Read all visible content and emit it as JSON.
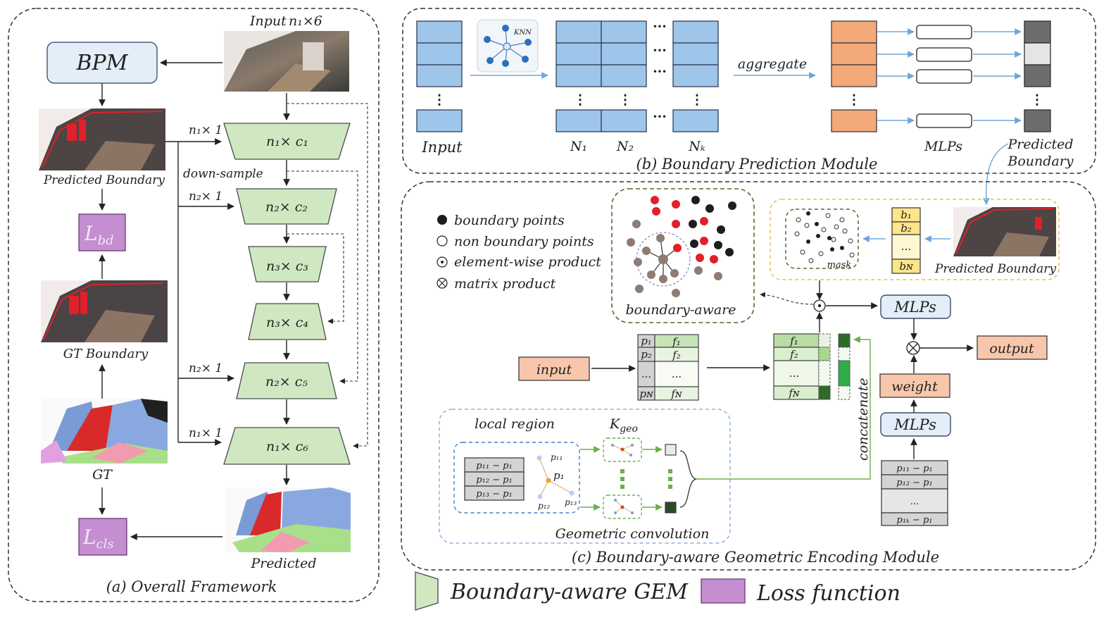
{
  "panel_a": {
    "caption": "(a) Overall Framework",
    "input_label": "Input",
    "input_dim": "n₁×6",
    "bpm": "BPM",
    "predicted_boundary": "Predicted Boundary",
    "l_bd": "L",
    "l_bd_sub": "bd",
    "gt_boundary": "GT Boundary",
    "gt": "GT",
    "l_cls": "L",
    "l_cls_sub": "cls",
    "predicted": "Predicted",
    "down_sample": "down-sample",
    "side_n1_top": "n₁× 1",
    "side_n2_top": "n₂× 1",
    "side_n2_bot": "n₂× 1",
    "side_n1_bot": "n₁× 1",
    "layers": [
      "n₁× c₁",
      "n₂× c₂",
      "n₃× c₃",
      "n₃× c₄",
      "n₂× c₅",
      "n₁× c₆"
    ]
  },
  "panel_b": {
    "caption": "(b) Boundary Prediction Module",
    "input": "Input",
    "knn": "KNN",
    "n1": "N₁",
    "n2": "N₂",
    "nk": "Nₖ",
    "aggregate": "aggregate",
    "mlps": "MLPs",
    "predicted_boundary": "Predicted Boundary",
    "dots": "⋮",
    "hdots": "···"
  },
  "panel_c": {
    "caption": "(c) Boundary-aware Geometric Encoding Module",
    "legend": [
      "boundary points",
      "non boundary points",
      "element-wise product",
      "matrix product"
    ],
    "boundary_aware": "boundary-aware",
    "mask": "mask",
    "b_labels": [
      "b₁",
      "b₂",
      "...",
      "bɴ"
    ],
    "predicted_boundary": "Predicted Boundary",
    "mlps_top": "MLPs",
    "mlps_bottom": "MLPs",
    "output": "output",
    "weight": "weight",
    "input": "input",
    "table_p": [
      "p₁",
      "p₂",
      "...",
      "pɴ"
    ],
    "table_f": [
      "f₁",
      "f₂",
      "...",
      "fɴ"
    ],
    "concat_f": [
      "f₁",
      "f₂",
      "...",
      "fɴ"
    ],
    "concatenate": "concatenate",
    "local_region": "local region",
    "kgeo": "K",
    "kgeo_sub": "geo",
    "geo_conv": "Geometric convolution",
    "rel_rows": [
      "p₁₁ − p₁",
      "p₁₂ − p₁",
      "p₁₃ − p₁"
    ],
    "star_labels": [
      "p₁₁",
      "p₁",
      "p₁₂",
      "p₁₃"
    ],
    "right_rows": [
      "p₁₁ − p₁",
      "p₁₂ − p₁",
      "...",
      "p₁ₖ − p₁"
    ]
  },
  "legend_bottom": {
    "gem": "Boundary-aware GEM",
    "loss": "Loss function"
  },
  "colors": {
    "gem_green": "#cfe8c2",
    "loss_purple": "#c48ed0",
    "cell_blue": "#9ec5ea",
    "cell_orange": "#f4a978",
    "boundary_red": "#e0202a"
  }
}
